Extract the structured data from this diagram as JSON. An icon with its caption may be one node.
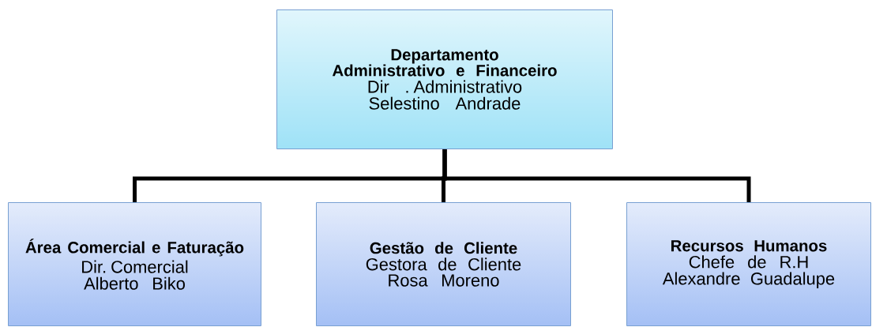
{
  "diagram": {
    "nodes": [
      {
        "text": [
          "Departamento Administrativo e Financeiro",
          "Dir . Administrativo",
          "Selestino Andrade"
        ]
      },
      {
        "text": [
          "Área Comercial e Faturação",
          "Dir. Comercial",
          "Alberto Biko"
        ]
      },
      {
        "text": [
          "Gestão de Cliente",
          "Gestora de Cliente",
          "Rosa Moreno"
        ]
      },
      {
        "text": [
          "Recursos Humanos",
          "Chefe de R.H",
          "Alexandre Guadalupe"
        ]
      }
    ],
    "edges": [
      {
        "from": 0,
        "to": 1,
        "arrow": "none"
      },
      {
        "from": 0,
        "to": 2,
        "arrow": "none"
      },
      {
        "from": 0,
        "to": 3,
        "arrow": "none"
      }
    ]
  }
}
